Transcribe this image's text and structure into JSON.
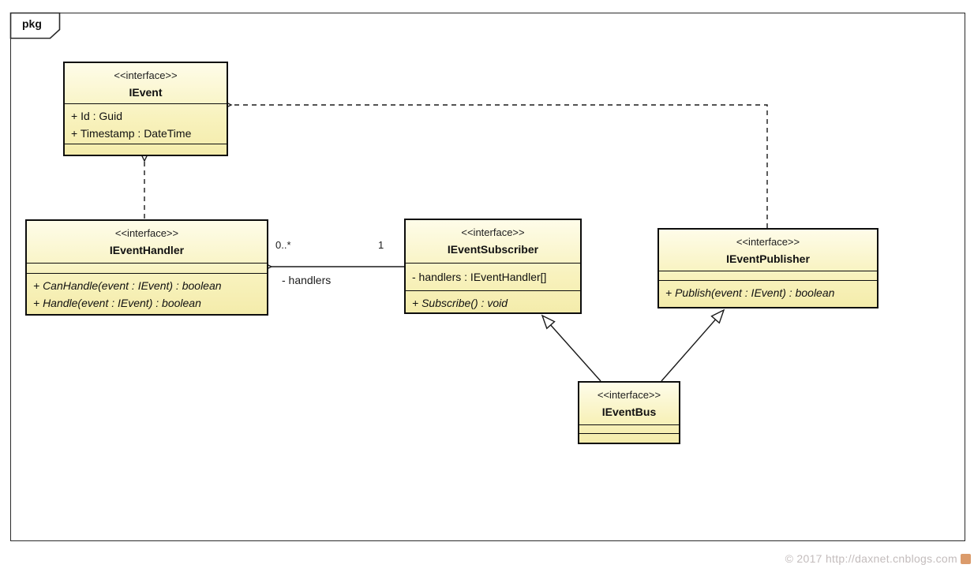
{
  "frame": {
    "tag": "pkg"
  },
  "classes": [
    {
      "stereotype": "<<interface>>",
      "name": "IEvent",
      "attributes": [
        "+ Id : Guid",
        "+ Timestamp : DateTime"
      ],
      "operations": []
    },
    {
      "stereotype": "<<interface>>",
      "name": "IEventHandler",
      "attributes": [],
      "operations": [
        "+ CanHandle(event : IEvent) : boolean",
        "+ Handle(event : IEvent) : boolean"
      ]
    },
    {
      "stereotype": "<<interface>>",
      "name": "IEventSubscriber",
      "attributes": [
        "- handlers : IEventHandler[]"
      ],
      "operations": [
        "+ Subscribe() : void"
      ]
    },
    {
      "stereotype": "<<interface>>",
      "name": "IEventPublisher",
      "attributes": [],
      "operations": [
        "+ Publish(event : IEvent) : boolean"
      ]
    },
    {
      "stereotype": "<<interface>>",
      "name": "IEventBus",
      "attributes": [],
      "operations": []
    }
  ],
  "relations": {
    "subscriber_to_handler": {
      "multiplicity_handler_end": "0..*",
      "multiplicity_subscriber_end": "1",
      "role_label": "- handlers"
    }
  },
  "watermark": {
    "text": "© 2017 http://daxnet.cnblogs.com"
  },
  "colors": {
    "class_fill_top": "#fefce9",
    "class_fill_bottom": "#f4ecab",
    "class_border": "#0d0d0d",
    "frame_border": "#2a2a2a",
    "watermark_text": "#c3bcbc",
    "watermark_icon": "#cf7a3a"
  }
}
